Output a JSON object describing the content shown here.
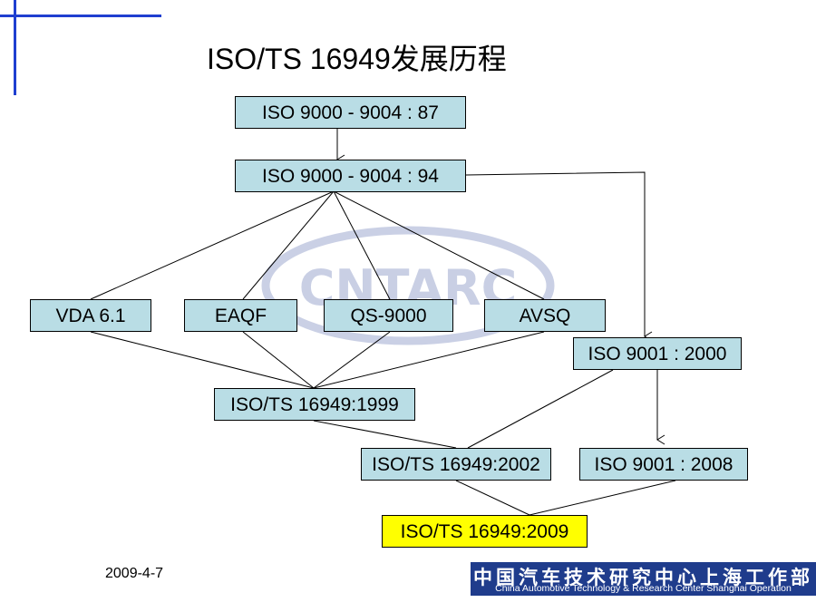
{
  "title": "ISO/TS 16949发展历程",
  "nodes": {
    "iso_9000_87": "ISO 9000 - 9004 : 87",
    "iso_9000_94": "ISO 9000 - 9004 : 94",
    "vda": "VDA 6.1",
    "eaqf": "EAQF",
    "qs9000": "QS-9000",
    "avsq": "AVSQ",
    "iso9001_2000": "ISO 9001 : 2000",
    "ts1999": "ISO/TS 16949:1999",
    "ts2002": "ISO/TS 16949:2002",
    "iso9001_2008": "ISO 9001 : 2008",
    "ts2009": "ISO/TS 16949:2009"
  },
  "watermark": {
    "text": "CNTARC"
  },
  "date": "2009-4-7",
  "footer": {
    "cn": "中国汽车技术研究中心上海工作部",
    "en": "China Automotive Technology & Research Center Shanghai Operation"
  },
  "colors": {
    "node_fill": "#b9dde5",
    "final_node_fill": "#ffff00",
    "accent_line": "#1f3fd0",
    "footer_bg": "#1f3c8c",
    "watermark": "#b8c0dc"
  }
}
